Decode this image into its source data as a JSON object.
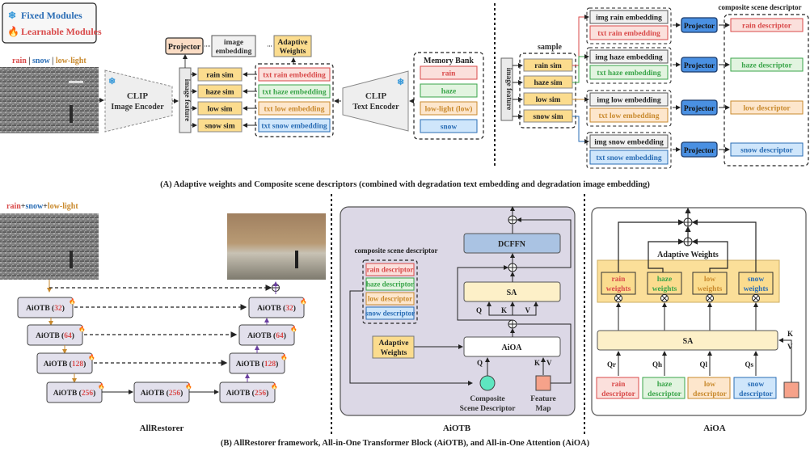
{
  "legend": {
    "fixed_label": "Fixed Modules",
    "learnable_label": "Learnable Modules",
    "fixed_icon": "snowflake-icon",
    "learnable_icon": "flame-icon"
  },
  "colors": {
    "rain": "#d94a4a",
    "haze": "#3aa54a",
    "low": "#c98a2e",
    "snow": "#2a6db5",
    "rain_fill": "#fbe0dc",
    "haze_fill": "#e2f4e0",
    "low_fill": "#fde6cc",
    "snow_fill": "#cfe6fb",
    "sim_fill": "#fbdc8e",
    "projector_blue": "#4a90e2",
    "panel_fill": "#dcd8e6",
    "block_fill": "#e2e0ec",
    "dcffn_fill": "#aac3e3",
    "sa_fill": "#fdf0c8",
    "fixed_text": "#2a6db5",
    "learnable_text": "#d94a4a"
  },
  "partA": {
    "input_label": [
      "rain",
      "snow",
      "low-light"
    ],
    "image_encoder": [
      "CLIP",
      "Image Encoder"
    ],
    "image_feature": "image feature",
    "projector": "Projector",
    "image_embedding": [
      "image",
      "embedding"
    ],
    "adaptive_weights": [
      "Adaptive",
      "Weights"
    ],
    "sims": [
      "rain sim",
      "haze sim",
      "low sim",
      "snow sim"
    ],
    "txt_embeddings": [
      "txt rain embedding",
      "txt haze embedding",
      "txt low embedding",
      "txt snow embedding"
    ],
    "text_encoder": [
      "CLIP",
      "Text Encoder"
    ],
    "memory_bank": {
      "title": "Memory Bank",
      "items": [
        "rain",
        "haze",
        "low-light (low)",
        "snow"
      ]
    },
    "right": {
      "image_feature": "image feature",
      "sample_label": "sample",
      "sims": [
        "rain sim",
        "haze sim",
        "low sim",
        "snow sim"
      ],
      "img_embeddings": [
        "img rain embedding",
        "img haze embedding",
        "img low embedding",
        "img snow embedding"
      ],
      "txt_embeddings": [
        "txt rain embedding",
        "txt haze embedding",
        "txt low embedding",
        "txt snow embedding"
      ],
      "projector": "Projector",
      "composite_title": "composite scene descriptor",
      "descriptors": [
        "rain descriptor",
        "haze descriptor",
        "low descriptor",
        "snow descriptor"
      ]
    },
    "caption": "(A) Adaptive weights and Composite scene descriptors (combined with degradation text embedding and degradation image embedding)"
  },
  "partB": {
    "allrestorer": {
      "input_label": [
        "rain",
        "snow",
        "low-light"
      ],
      "block_name": "AiOTB",
      "encoder_dims": [
        "32",
        "64",
        "128",
        "256"
      ],
      "middle_dim": "256",
      "decoder_dims": [
        "256",
        "128",
        "64",
        "32"
      ],
      "title": "AllRestorer"
    },
    "aiotb": {
      "composite_title": "composite scene descriptor",
      "descriptors": [
        "rain descriptor",
        "haze descriptor",
        "low descriptor",
        "snow descriptor"
      ],
      "dcffn": "DCFFN",
      "sa": "SA",
      "aioa": "AiOA",
      "adaptive_weights": [
        "Adaptive",
        "Weights"
      ],
      "q": "Q",
      "k": "K",
      "v": "V",
      "csd_label": [
        "Composite",
        "Scene Descriptor"
      ],
      "fmap_label": [
        "Feature",
        "Map"
      ],
      "title": "AiOTB"
    },
    "aioa": {
      "adaptive_weights": "Adaptive Weights",
      "weights": [
        [
          "rain",
          "weights"
        ],
        [
          "haze",
          "weights"
        ],
        [
          "low",
          "weights"
        ],
        [
          "snow",
          "weights"
        ]
      ],
      "sa": "SA",
      "queries": [
        "Qr",
        "Qh",
        "Ql",
        "Qs"
      ],
      "descriptors": [
        [
          "rain",
          "descriptor"
        ],
        [
          "haze",
          "descriptor"
        ],
        [
          "low",
          "descriptor"
        ],
        [
          "snow",
          "descriptor"
        ]
      ],
      "k": "K",
      "v": "V",
      "title": "AiOA"
    },
    "caption": "(B) AllRestorer framework, All-in-One Transformer Block (AiOTB), and All-in-One Attention (AiOA)"
  }
}
